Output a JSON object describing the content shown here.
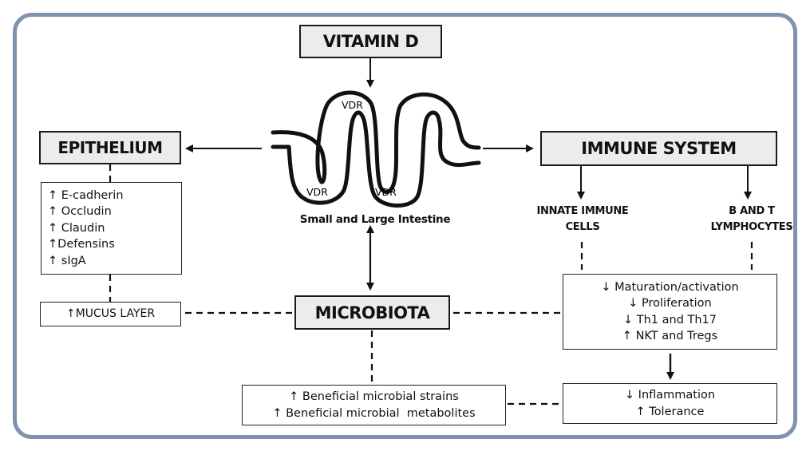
{
  "title": "Vitamin D effects on gut epithelium, microbiota and immune system",
  "nodes": {
    "vitamin_d": "VITAMIN D",
    "intestine_label": "Small and Large Intestine",
    "vdr_labels": [
      "VDR",
      "VDR",
      "VDR"
    ],
    "epithelium": "EPITHELIUM",
    "immune_system": "IMMUNE SYSTEM",
    "microbiota": "MICROBIOTA",
    "innate_cells": [
      "INNATE IMMUNE",
      "CELLS"
    ],
    "b_t_lymphocytes": [
      "B AND T",
      "LYMPHOCYTES"
    ]
  },
  "epithelium_effects": [
    {
      "arrow": "↑",
      "text": "E-cadherin"
    },
    {
      "arrow": "↑",
      "text": "Occludin"
    },
    {
      "arrow": "↑",
      "text": "Claudin"
    },
    {
      "arrow": "↑",
      "text": "Defensins"
    },
    {
      "arrow": "↑",
      "text": "sIgA"
    }
  ],
  "mucus_layer": {
    "arrow": "↑",
    "text": "MUCUS LAYER"
  },
  "immune_effects": [
    {
      "arrow": "↓",
      "text": "Maturation/activation"
    },
    {
      "arrow": "↓",
      "text": "Proliferation"
    },
    {
      "arrow": "↓",
      "text": "Th1 and Th17"
    },
    {
      "arrow": "↑",
      "text": "NKT and  Tregs"
    }
  ],
  "outcome_effects": [
    {
      "arrow": "↓",
      "text": "Inflammation"
    },
    {
      "arrow": "↑",
      "text": "Tolerance"
    }
  ],
  "microbiota_effects": [
    {
      "arrow": "↑",
      "text": "Beneficial microbial strains"
    },
    {
      "arrow": "↑",
      "text": "Beneficial microbial  metabolites"
    }
  ],
  "colors": {
    "frame": "#8092ad",
    "header_fill": "#ececec",
    "line": "#111111"
  }
}
